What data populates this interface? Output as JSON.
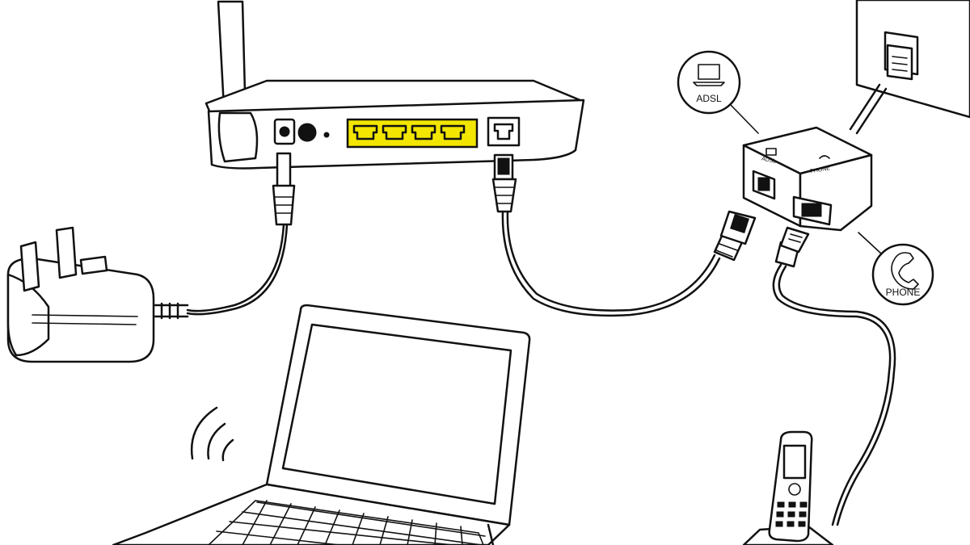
{
  "labels": {
    "adsl_badge": "ADSL",
    "phone_badge": "PHONE",
    "filter_adsl": "ADSL",
    "filter_phone": "PHONE"
  },
  "colors": {
    "ethernet_ports": "#f2e600",
    "line": "#111111",
    "background": "#ffffff"
  },
  "icons": [
    "antenna-icon",
    "laptop-icon",
    "phone-handset-icon",
    "wifi-waves-icon",
    "power-plug-icon"
  ]
}
